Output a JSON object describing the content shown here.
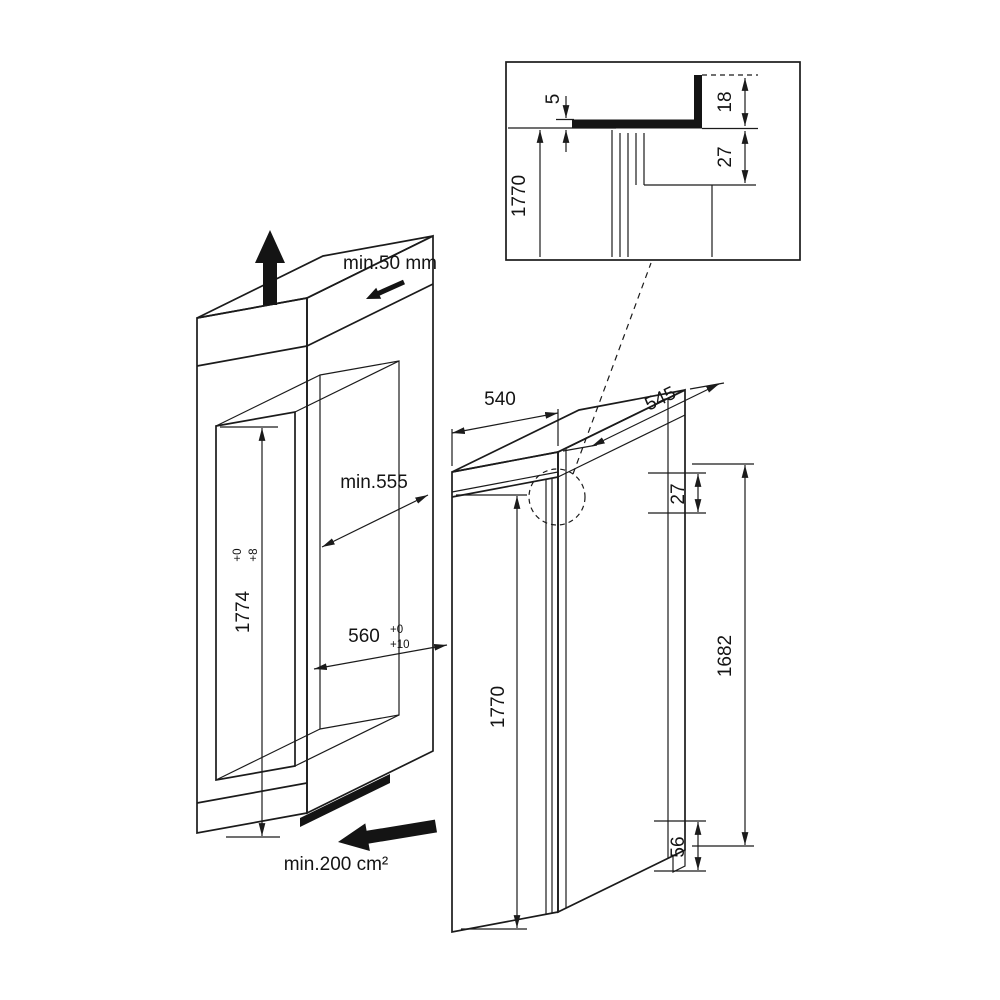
{
  "detail": {
    "trim_thickness": "5",
    "trim_height": "18",
    "overlap": "27",
    "niche_height": "1770"
  },
  "niche": {
    "top_clearance": "min.50 mm",
    "height": "1774",
    "height_tol_top": "+0",
    "height_tol_bottom": "+8",
    "depth": "min.555",
    "width": "560",
    "width_tol_top": "+0",
    "width_tol_bottom": "+10",
    "vent_area": "min.200 cm²"
  },
  "appliance": {
    "width": "540",
    "depth": "545",
    "top_recess": "27",
    "height": "1770",
    "door_height": "1682",
    "base_height": "56"
  }
}
